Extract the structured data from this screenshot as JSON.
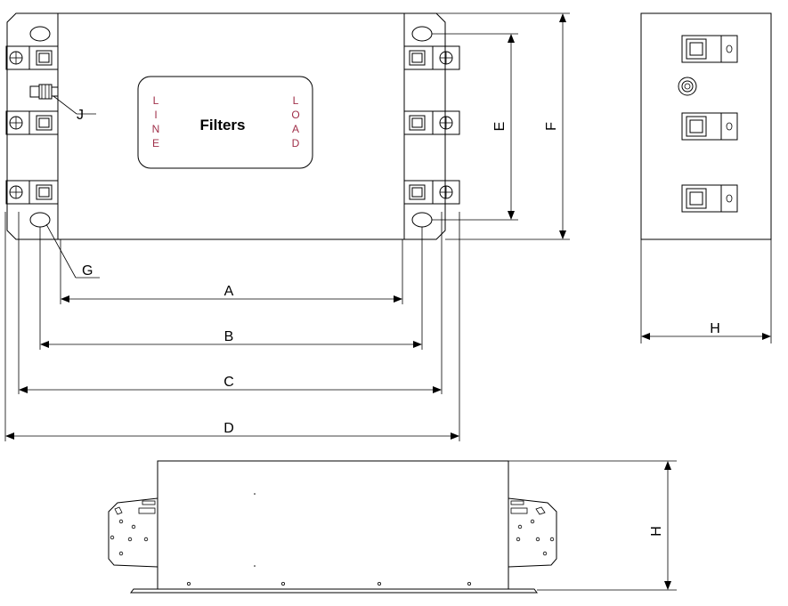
{
  "front_view": {
    "center_label": "Filters",
    "line_letters": [
      "L",
      "I",
      "N",
      "E"
    ],
    "load_letters": [
      "L",
      "O",
      "A",
      "D"
    ],
    "callout_j": "J",
    "callout_g": "G"
  },
  "dimensions": {
    "a": "A",
    "b": "B",
    "c": "C",
    "d": "D",
    "e": "E",
    "f": "F",
    "h_side": "H",
    "h_bottom": "H"
  }
}
